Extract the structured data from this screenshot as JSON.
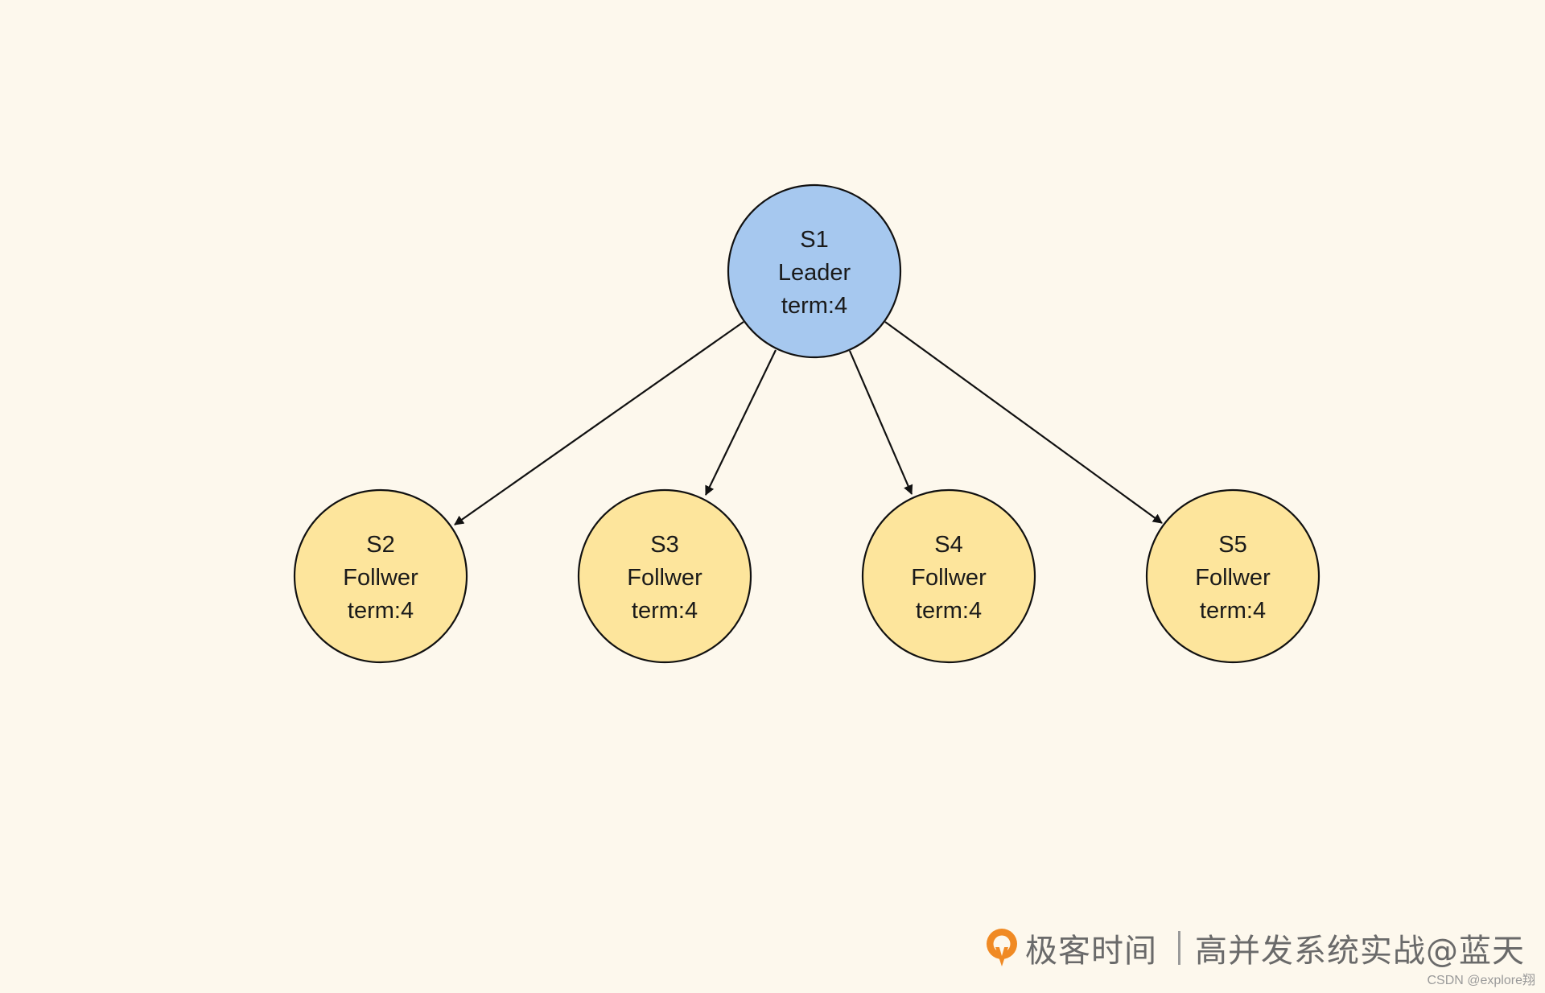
{
  "colors": {
    "background": "#fdf8ed",
    "leader_fill": "#a6c8ef",
    "follower_fill": "#fde59c",
    "stroke": "#111111",
    "brand_orange": "#f08a24"
  },
  "nodes": [
    {
      "id": "s1",
      "name": "S1",
      "role": "Leader",
      "term": "term:4"
    },
    {
      "id": "s2",
      "name": "S2",
      "role": "Follwer",
      "term": "term:4"
    },
    {
      "id": "s3",
      "name": "S3",
      "role": "Follwer",
      "term": "term:4"
    },
    {
      "id": "s4",
      "name": "S4",
      "role": "Follwer",
      "term": "term:4"
    },
    {
      "id": "s5",
      "name": "S5",
      "role": "Follwer",
      "term": "term:4"
    }
  ],
  "edges": [
    {
      "from": "S1",
      "to": "S2"
    },
    {
      "from": "S1",
      "to": "S3"
    },
    {
      "from": "S1",
      "to": "S4"
    },
    {
      "from": "S1",
      "to": "S5"
    }
  ],
  "branding": {
    "logo_icon": "geektime-logo-icon",
    "name": "极客时间",
    "course": "高并发系统实战@蓝天"
  },
  "watermark": "CSDN @explore翔"
}
